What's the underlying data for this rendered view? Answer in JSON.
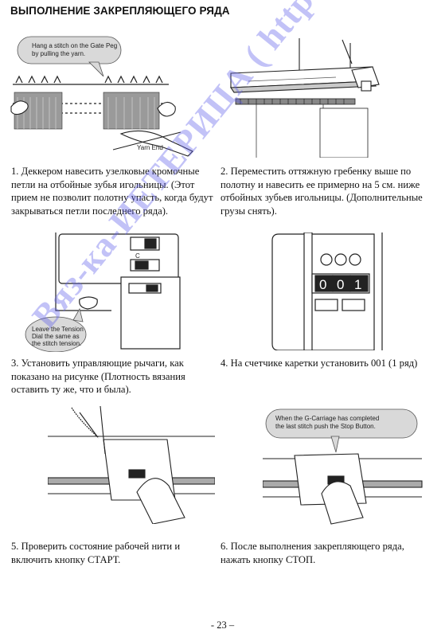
{
  "page": {
    "title": "ВЫПОЛНЕНИЕ ЗАКРЕПЛЯЮЩЕГО РЯДА",
    "page_number": "- 23 –",
    "watermark": "Вяз-ка-ИЕТЕРИЦА ( http://materiua.ru )"
  },
  "steps": [
    {
      "caption": "1. Деккером навесить узелковые кромочные петли на отбойные зубья игольницы. (Этот прием не позволит полотну упасть, когда будут закрываться петли последнего ряда).",
      "callout_lines": [
        "Hang a stitch on the Gate Peg",
        "by pulling the yarn."
      ],
      "label": "Yarn End"
    },
    {
      "caption": "2. Переместить оттяжную гребенку выше по полотну и навесить ее примерно на 5 см. ниже отбойных зубьев игольницы. (Дополнительные грузы снять)."
    },
    {
      "caption": "3. Установить управляющие рычаги, как показано на рисунке (Плотность вязания оставить ту же, что и была).",
      "callout_lines": [
        "Leave the Tension",
        "Dial the same as",
        "the stitch tension."
      ],
      "dial_label": "C"
    },
    {
      "caption": "4. На счетчике каретки установить 001 (1 ряд)",
      "counter_digits": [
        "0",
        "0",
        "1"
      ]
    },
    {
      "caption": "5. Проверить состояние рабочей нити и включить кнопку СТАРТ."
    },
    {
      "caption": "6. После выполнения закрепляющего ряда, нажать кнопку СТОП.",
      "callout_lines": [
        "When the G-Carriage has completed",
        "the last stitch push the Stop Button."
      ]
    }
  ],
  "colors": {
    "line": "#222222",
    "gray": "#8a8a8a",
    "light": "#d8d8d8",
    "watermark": "#5f5feb"
  }
}
